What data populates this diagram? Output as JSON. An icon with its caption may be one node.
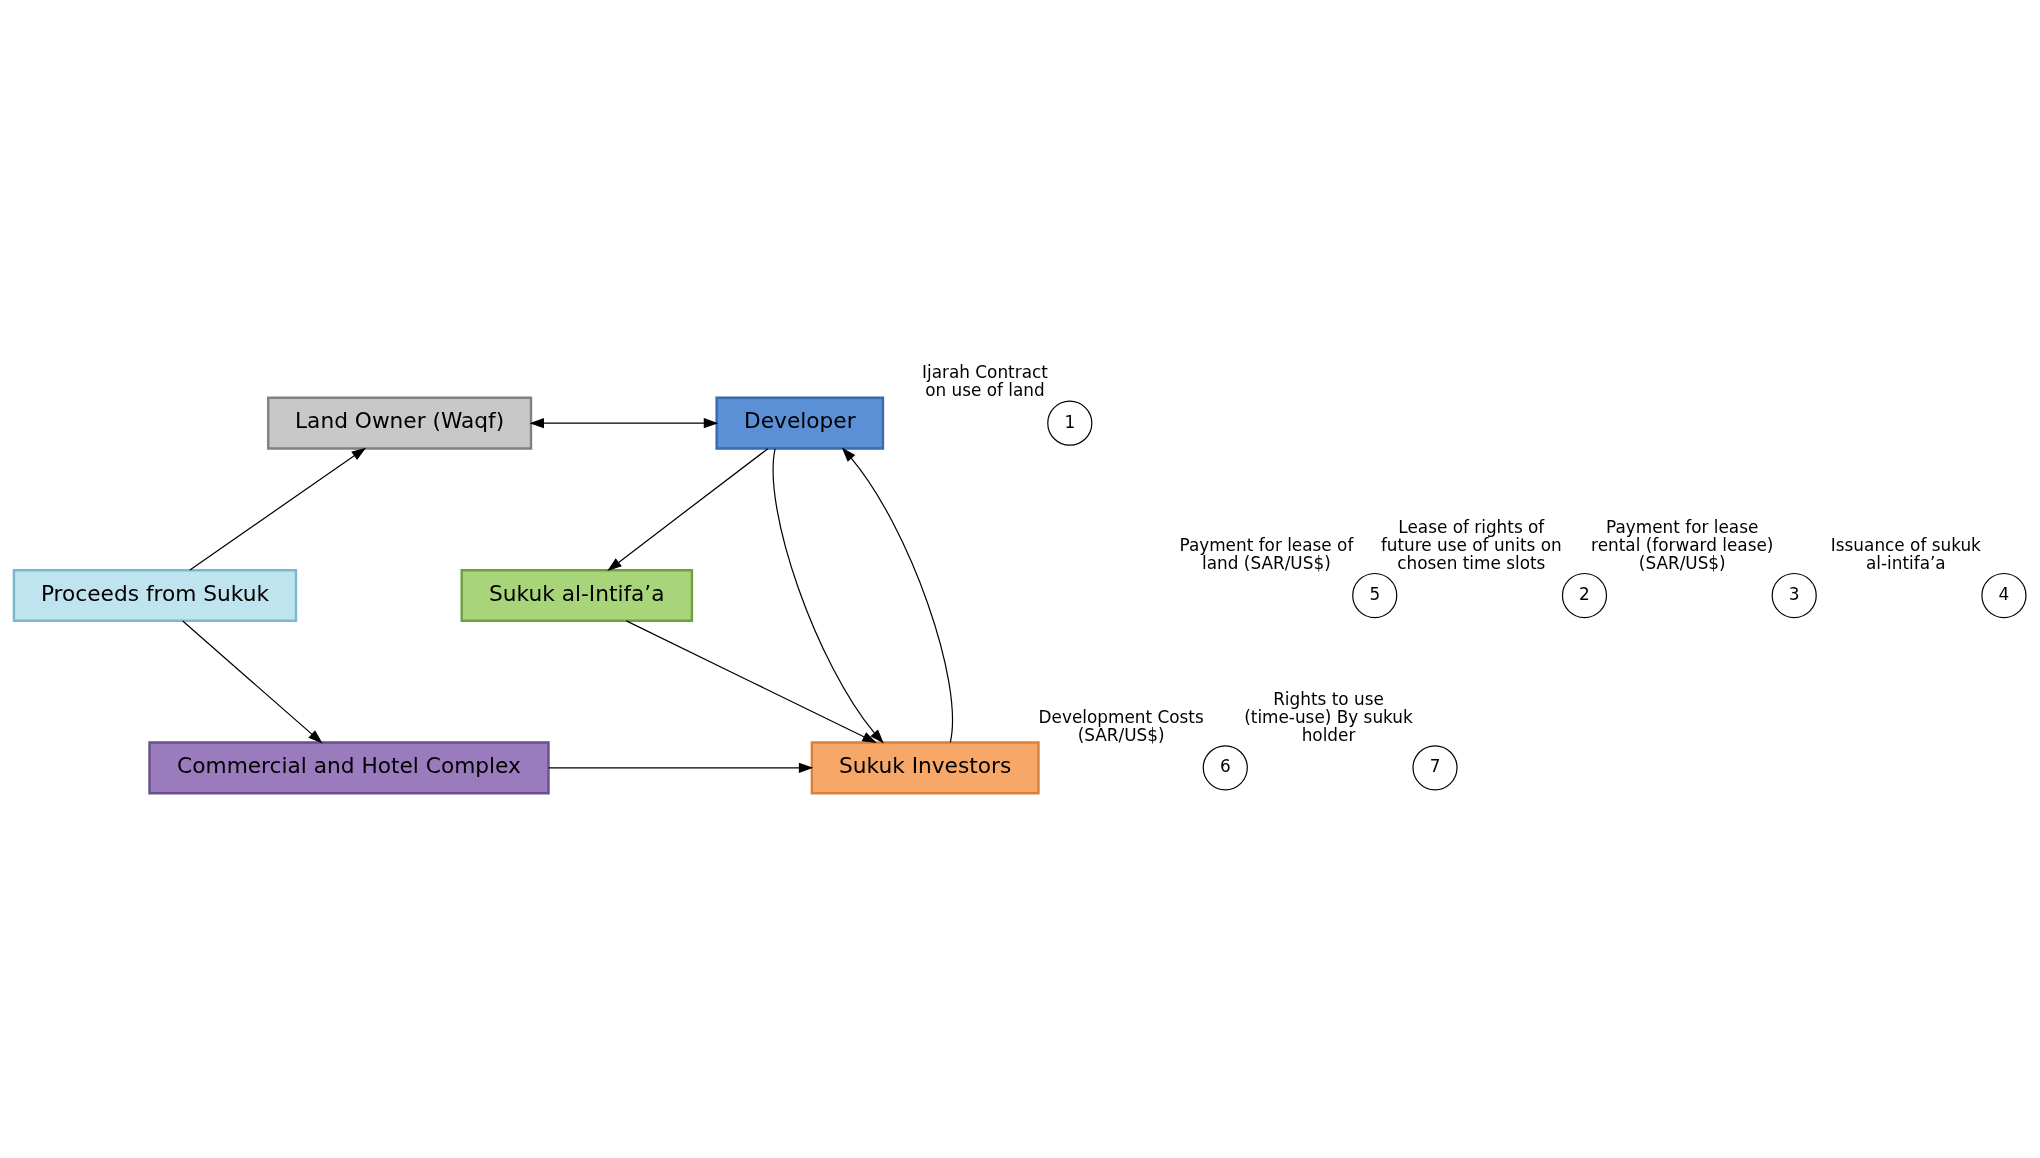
{
  "diagram": {
    "nodes": [
      {
        "text": [
          "Land Owner (Waqf)"
        ]
      },
      {
        "text": [
          "Developer"
        ]
      },
      {
        "text": [
          "Proceeds from Sukuk"
        ]
      },
      {
        "text": [
          "Sukuk al-Intifa’a"
        ]
      },
      {
        "text": [
          "Commercial and Hotel Complex"
        ]
      },
      {
        "text": [
          "Sukuk Investors"
        ]
      },
      {
        "text": [
          "1"
        ],
        "beside": [
          "Ijarah Contract",
          "on use of land"
        ]
      },
      {
        "text": [
          "5"
        ],
        "beside": [
          "Payment for lease of land (SAR/US$)"
        ]
      },
      {
        "text": [
          "2"
        ],
        "beside": [
          "Lease of rights of future use of units on chosen time slots"
        ]
      },
      {
        "text": [
          "3"
        ],
        "beside": [
          "Payment for lease rental (forward lease) (SAR/US$)"
        ]
      },
      {
        "text": [
          "4"
        ],
        "beside": [
          "Issuance of sukuk al-intifa’a"
        ]
      },
      {
        "text": [
          "6"
        ],
        "beside": [
          "Development Costs (SAR/US$)"
        ]
      },
      {
        "text": [
          "7"
        ],
        "beside": [
          "Rights to use (time-use) By sukuk holder"
        ]
      }
    ],
    "edges": [
      {
        "from": 0,
        "to": 1,
        "arrow": "both"
      },
      {
        "from": 1,
        "to": 5,
        "arrow": "to"
      },
      {
        "from": 5,
        "to": 1,
        "arrow": "to"
      },
      {
        "from": 1,
        "to": 3,
        "arrow": "to"
      },
      {
        "from": 3,
        "to": 5,
        "arrow": "to"
      },
      {
        "from": 2,
        "to": 0,
        "arrow": "to"
      },
      {
        "from": 2,
        "to": 4,
        "arrow": "to"
      },
      {
        "from": 4,
        "to": 5,
        "arrow": "to"
      }
    ]
  }
}
